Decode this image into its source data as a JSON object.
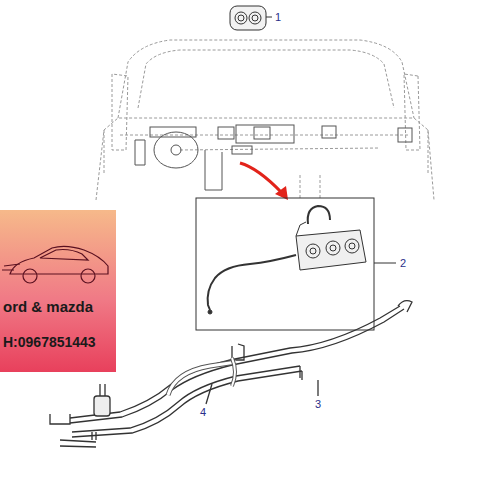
{
  "diagram": {
    "nodes": [
      {
        "text": [
          "ord & mazda",
          "H:0967851443"
        ]
      }
    ],
    "labels": [
      "1",
      "2",
      "3",
      "4"
    ]
  }
}
